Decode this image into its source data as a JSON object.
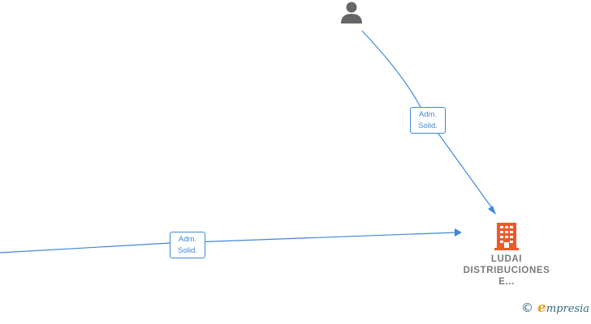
{
  "nodes": {
    "person": {
      "icon": "person-icon",
      "color": "#666666"
    },
    "company": {
      "icon": "building-icon",
      "color": "#f0582a",
      "name_lines": [
        "LUDAI",
        "DISTRIBUCIONES",
        "E..."
      ]
    }
  },
  "edges": [
    {
      "from": "person",
      "to": "company",
      "label_lines": [
        "Adm.",
        "Solid."
      ]
    },
    {
      "from": "offscreen-left",
      "to": "company",
      "label_lines": [
        "Adm.",
        "Solid."
      ]
    }
  ],
  "edge_color": "#3f87d9",
  "brand": {
    "copyright_symbol": "©",
    "initial": "e",
    "rest": "mpresia",
    "color": "#2f6a7e",
    "accent": "#e8a020"
  }
}
